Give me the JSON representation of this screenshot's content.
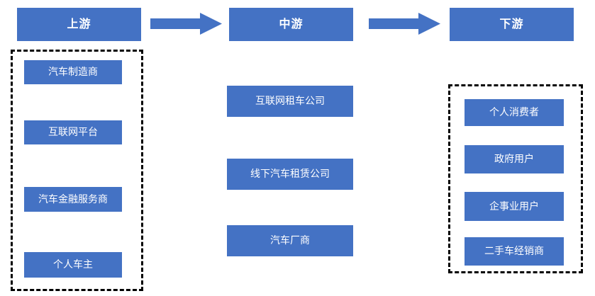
{
  "diagram": {
    "columns": [
      {
        "key": "upstream",
        "header": "上游",
        "framed": true,
        "nodes": [
          {
            "label": "汽车制造商"
          },
          {
            "label": "互联网平台"
          },
          {
            "label": "汽车金融服务商"
          },
          {
            "label": "个人车主"
          }
        ]
      },
      {
        "key": "midstream",
        "header": "中游",
        "framed": false,
        "nodes": [
          {
            "label": "互联网租车公司"
          },
          {
            "label": "线下汽车租赁公司"
          },
          {
            "label": "汽车厂商"
          }
        ]
      },
      {
        "key": "downstream",
        "header": "下游",
        "framed": true,
        "nodes": [
          {
            "label": "个人消费者"
          },
          {
            "label": "政府用户"
          },
          {
            "label": "企事业用户"
          },
          {
            "label": "二手车经销商"
          }
        ]
      }
    ],
    "arrows": [
      {
        "name": "arrow-upstream-to-midstream",
        "icon": "right-arrow-icon"
      },
      {
        "name": "arrow-midstream-to-downstream",
        "icon": "right-arrow-icon"
      }
    ],
    "colors": {
      "box_fill": "#4472C4",
      "box_text": "#FFFFFF",
      "arrow_fill": "#4472C4",
      "frame_border": "#000000",
      "background": "#FFFFFF"
    }
  }
}
